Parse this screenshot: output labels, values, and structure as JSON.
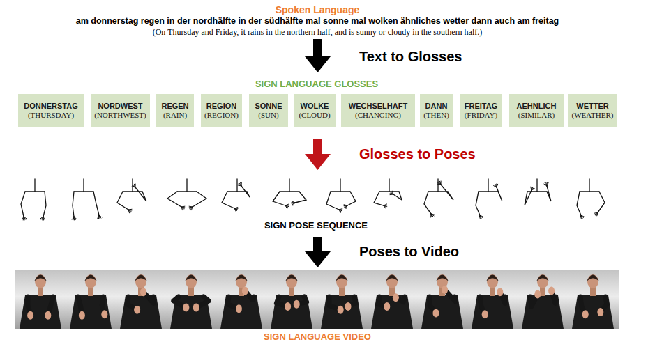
{
  "diagram": {
    "title": "Spoken Language",
    "nodes": [
      {
        "text": [
          "DONNERSTAG",
          "(THURSDAY)"
        ]
      },
      {
        "text": [
          "NORDWEST",
          "(NORTHWEST)"
        ]
      },
      {
        "text": [
          "REGEN",
          "(RAIN)"
        ]
      },
      {
        "text": [
          "REGION",
          "(REGION)"
        ]
      },
      {
        "text": [
          "SONNE",
          "(SUN)"
        ]
      },
      {
        "text": [
          "WOLKE",
          "(CLOUD)"
        ]
      },
      {
        "text": [
          "WECHSELHAFT",
          "(CHANGING)"
        ]
      },
      {
        "text": [
          "DANN",
          "(THEN)"
        ]
      },
      {
        "text": [
          "FREITAG",
          "(FRIDAY)"
        ]
      },
      {
        "text": [
          "AEHNLICH",
          "(SIMILAR)"
        ]
      },
      {
        "text": [
          "WETTER",
          "(WEATHER)"
        ]
      }
    ],
    "labels": [
      "am donnerstag regen in der nordhälfte in der südhälfte mal sonne mal wolken ähnliches wetter dann auch am freitag",
      "(On Thursday and Friday, it rains in the northern half, and is sunny or cloudy in the southern half.)",
      "Text to Glosses",
      "SIGN LANGUAGE GLOSSES",
      "Glosses to Poses",
      "SIGN POSE SEQUENCE",
      "Poses to Video",
      "SIGN LANGUAGE VIDEO"
    ]
  }
}
